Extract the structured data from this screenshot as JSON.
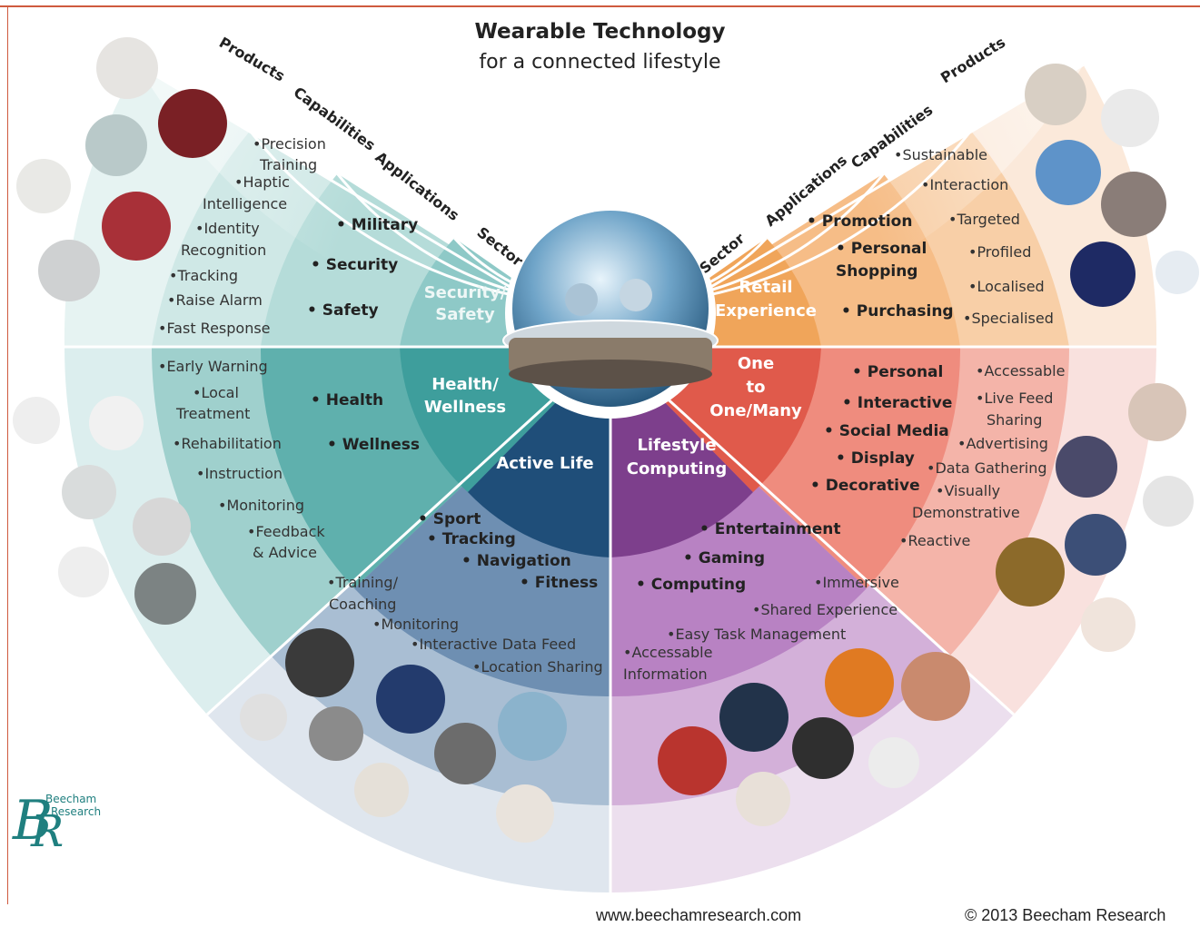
{
  "header": {
    "title": "Wearable Technology",
    "subtitle": "for a connected lifestyle"
  },
  "ring_headings": {
    "left": [
      "Products",
      "Capabilities",
      "Applications",
      "Sector"
    ],
    "right": [
      "Sector",
      "Applications",
      "Capabilities",
      "Products"
    ]
  },
  "sectors": {
    "security": {
      "name_lines": [
        "Security/",
        "Safety"
      ],
      "applications": [
        "• Military",
        "• Security",
        "• Safety"
      ],
      "capabilities": [
        "•Precision",
        "Training",
        "•Haptic",
        "Intelligence",
        "•Identity",
        "Recognition",
        "•Tracking",
        "•Raise Alarm",
        "•Fast Response"
      ],
      "color": "#8ec9c7"
    },
    "health": {
      "name_lines": [
        "Health/",
        "Wellness"
      ],
      "applications": [
        "• Health",
        "• Wellness"
      ],
      "capabilities": [
        "•Early Warning",
        "•Local",
        "Treatment",
        "•Rehabilitation",
        "•Instruction",
        "•Monitoring",
        "•Feedback",
        "& Advice"
      ],
      "color": "#3e9e9c"
    },
    "active": {
      "name": "Active Life",
      "applications": [
        "• Sport",
        "• Tracking",
        "• Navigation",
        "• Fitness"
      ],
      "capabilities": [
        "•Training/",
        "Coaching",
        "•Monitoring",
        "•Interactive Data Feed",
        "•Location Sharing"
      ],
      "color": "#1f4e79"
    },
    "lifestyle": {
      "name_lines": [
        "Lifestyle",
        "Computing"
      ],
      "applications": [
        "• Entertainment",
        "• Gaming",
        "• Computing"
      ],
      "capabilities": [
        "•Immersive",
        "•Shared Experience",
        "•Easy Task Management",
        "•Accessable",
        "Information"
      ],
      "color": "#7d3f8c"
    },
    "one_to_many": {
      "name_lines": [
        "One",
        "to",
        "One/Many"
      ],
      "applications": [
        "• Personal",
        "• Interactive",
        "• Social Media",
        "• Display",
        "• Decorative"
      ],
      "capabilities": [
        "•Accessable",
        "•Live Feed",
        "Sharing",
        "•Advertising",
        "•Data Gathering",
        "•Visually",
        "Demonstrative",
        "•Reactive"
      ],
      "color": "#e05a4b"
    },
    "retail": {
      "name_lines": [
        "Retail",
        "Experience"
      ],
      "applications": [
        "• Promotion",
        "• Personal",
        "Shopping",
        "• Purchasing"
      ],
      "capabilities": [
        "•Sustainable",
        "•Interaction",
        "•Targeted",
        "•Profiled",
        "•Localised",
        "•Specialised"
      ],
      "color": "#f0a55a"
    }
  },
  "logo": {
    "line1": "Beecham",
    "line2": "Research"
  },
  "footer": {
    "url": "www.beechamresearch.com",
    "copyright": "© 2013 Beecham Research"
  }
}
